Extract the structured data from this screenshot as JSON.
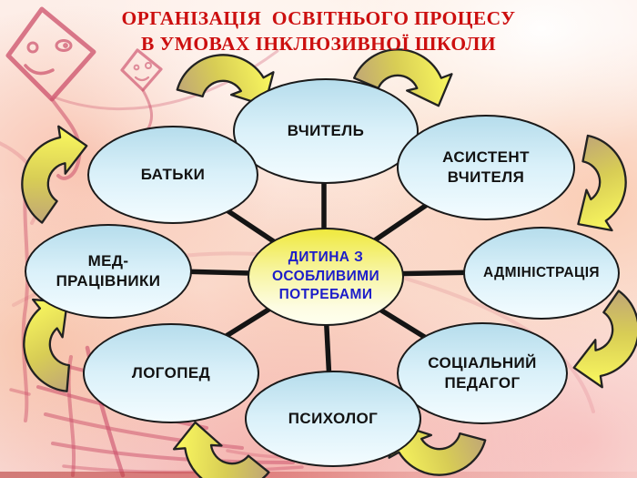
{
  "title": {
    "line1": "ОРГАНІЗАЦІЯ  ОСВІТНЬОГО ПРОЦЕСУ",
    "line2": "В УМОВАХ ІНКЛЮЗИВНОЇ ШКОЛИ"
  },
  "diagram": {
    "center": {
      "label": "ДИТИНА З ОСОБЛИВИМИ ПОТРЕБАМИ"
    },
    "nodes": [
      {
        "id": "vchytel",
        "label": "ВЧИТЕЛЬ",
        "position": "top"
      },
      {
        "id": "asystent-vchytelia",
        "label": "АСИСТЕНТ ВЧИТЕЛЯ",
        "position": "top-right"
      },
      {
        "id": "administratsiia",
        "label": "АДМІНІСТРАЦІЯ",
        "position": "right"
      },
      {
        "id": "sotsialnyi-pedahoh",
        "label": "СОЦІАЛЬНИЙ ПЕДАГОГ",
        "position": "bottom-right"
      },
      {
        "id": "psykholoh",
        "label": "ПСИХОЛОГ",
        "position": "bottom"
      },
      {
        "id": "lohoped",
        "label": "ЛОГОПЕД",
        "position": "bottom-left"
      },
      {
        "id": "med-pratsivnyky",
        "label": "МЕД-ПРАЦІВНИКИ",
        "position": "left"
      },
      {
        "id": "batky",
        "label": "БАТЬКИ",
        "position": "top-left"
      }
    ],
    "structure": "hub-and-spoke: black lines from central ellipse to all 8 nodes",
    "cycle": "yellow ribbon arrows between adjacent nodes, clockwise direction"
  },
  "colors": {
    "title_red": "#cc0f0f",
    "center_fill_yellow": "#efe93e",
    "center_text_blue": "#1d1dc9",
    "node_fill_blue": "#b6ddec",
    "node_text": "#121212",
    "arrow_yellow": "#f3f05c",
    "arrow_tan": "#b99b80",
    "spoke_black": "#141414",
    "background_peach": "#fbe8e0",
    "crayon_pink": "#cc4f6a"
  }
}
